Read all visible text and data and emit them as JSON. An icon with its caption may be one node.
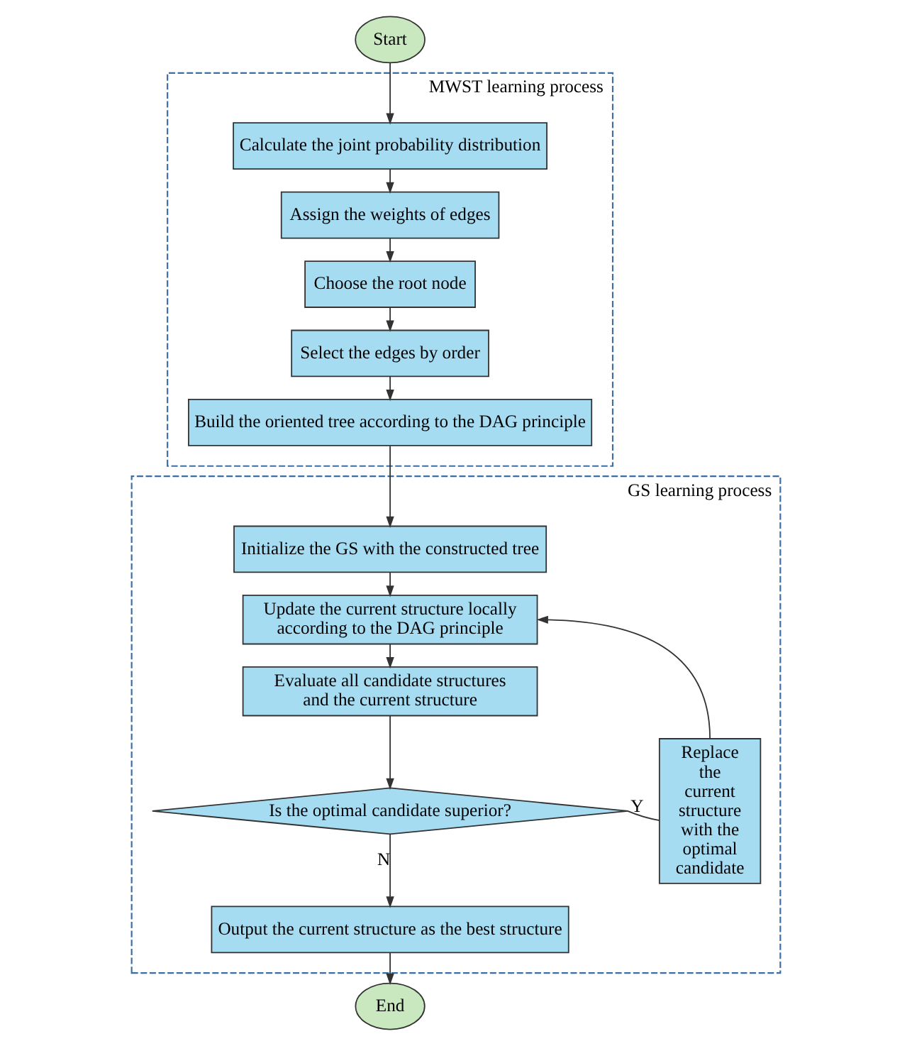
{
  "diagram": {
    "nodes": [
      {
        "text": [
          "Start"
        ]
      },
      {
        "text": [
          "MWST learning process"
        ]
      },
      {
        "text": [
          "Calculate the joint probability distribution"
        ],
        "in": 1
      },
      {
        "text": [
          "Assign the weights of edges"
        ],
        "in": 1
      },
      {
        "text": [
          "Choose the root node"
        ],
        "in": 1
      },
      {
        "text": [
          "Select the edges by order"
        ],
        "in": 1
      },
      {
        "text": [
          "Build the oriented tree according to the DAG principle"
        ],
        "in": 1
      },
      {
        "text": [
          "GS learning process"
        ]
      },
      {
        "text": [
          "Initialize the GS with the constructed tree"
        ],
        "in": 7
      },
      {
        "text": [
          "Update the current structure locally according to the DAG principle"
        ],
        "in": 7
      },
      {
        "text": [
          "Evaluate all candidate structures and the current structure"
        ],
        "in": 7
      },
      {
        "text": [
          "Is the optimal candidate superior?"
        ],
        "in": 7
      },
      {
        "text": [
          "Replace the current structure with the optimal candidate"
        ],
        "in": 7
      },
      {
        "text": [
          "Output the current structure as the best structure"
        ],
        "in": 7
      },
      {
        "text": [
          "End"
        ]
      }
    ],
    "edges": [
      {
        "from": 0,
        "to": 2,
        "arrow": "to"
      },
      {
        "from": 2,
        "to": 3,
        "arrow": "to"
      },
      {
        "from": 3,
        "to": 4,
        "arrow": "to"
      },
      {
        "from": 4,
        "to": 5,
        "arrow": "to"
      },
      {
        "from": 5,
        "to": 6,
        "arrow": "to"
      },
      {
        "from": 6,
        "to": 8,
        "arrow": "to"
      },
      {
        "from": 8,
        "to": 9,
        "arrow": "to"
      },
      {
        "from": 9,
        "to": 10,
        "arrow": "to"
      },
      {
        "from": 10,
        "to": 11,
        "arrow": "to"
      },
      {
        "from": 11,
        "to": 12,
        "arrow": "none",
        "label": "Y"
      },
      {
        "from": 12,
        "to": 9,
        "arrow": "to"
      },
      {
        "from": 11,
        "to": 13,
        "arrow": "to",
        "label": "N"
      },
      {
        "from": 13,
        "to": 14,
        "arrow": "to"
      }
    ]
  }
}
